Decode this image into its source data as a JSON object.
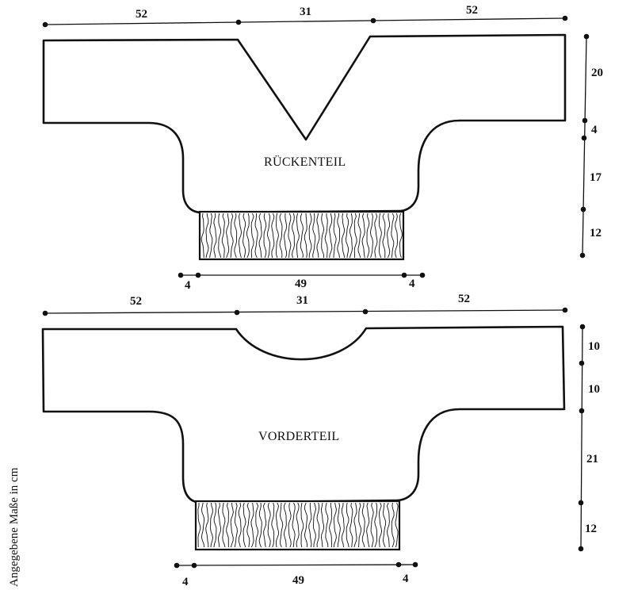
{
  "side_note": "Angegebene Maße in cm",
  "back": {
    "title": "RÜCKENTEIL",
    "top_dims": [
      "52",
      "31",
      "52"
    ],
    "right_dims": [
      "20",
      "4",
      "17",
      "12"
    ],
    "bottom_dims": [
      "4",
      "49",
      "4"
    ]
  },
  "front": {
    "title": "VORDERTEIL",
    "top_dims": [
      "52",
      "31",
      "52"
    ],
    "right_dims": [
      "10",
      "10",
      "21",
      "12"
    ],
    "bottom_dims": [
      "4",
      "49",
      "4"
    ]
  }
}
